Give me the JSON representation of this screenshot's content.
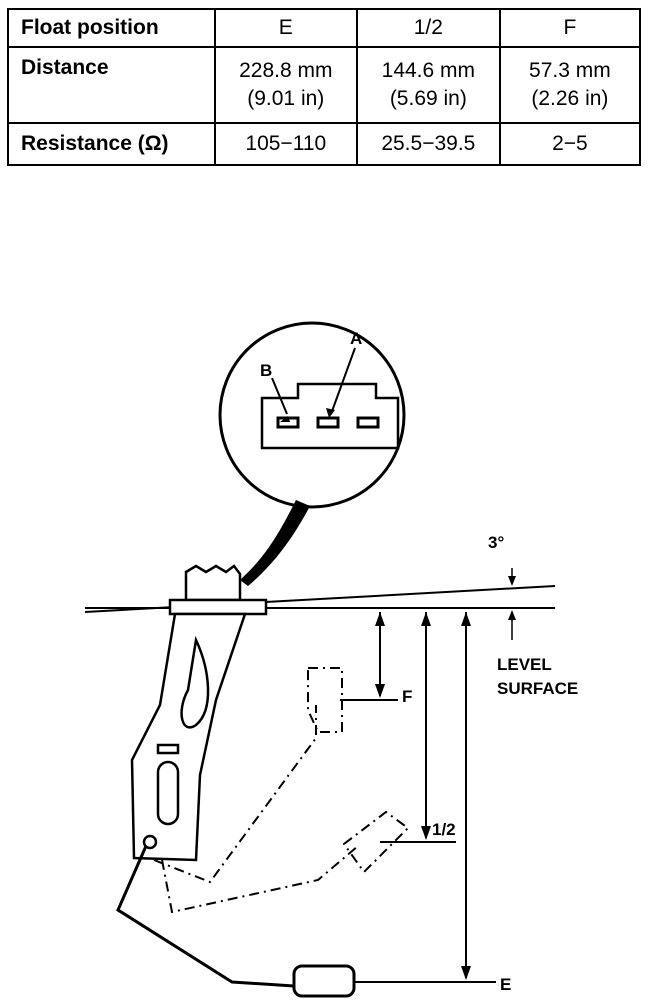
{
  "table": {
    "header": {
      "label": "Float position",
      "cols": [
        "E",
        "1/2",
        "F"
      ]
    },
    "rows": [
      {
        "label": "Distance",
        "cells": [
          {
            "mm": "228.8 mm",
            "in": "(9.01 in)"
          },
          {
            "mm": "144.6 mm",
            "in": "(5.69 in)"
          },
          {
            "mm": "57.3 mm",
            "in": "(2.26 in)"
          }
        ]
      },
      {
        "label": "Resistance (Ω)",
        "cells": [
          "105−110",
          "25.5−39.5",
          "2−5"
        ]
      }
    ]
  },
  "diagram": {
    "terminal_a": "A",
    "terminal_b": "B",
    "angle": "3°",
    "level_line1": "LEVEL",
    "level_line2": "SURFACE",
    "pos_f": "F",
    "pos_half": "1/2",
    "pos_e": "E"
  }
}
